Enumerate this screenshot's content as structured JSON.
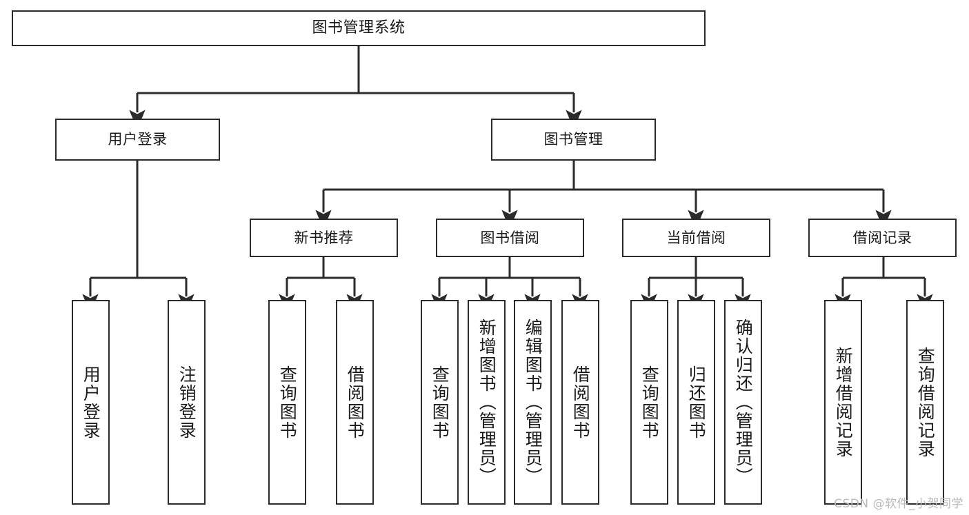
{
  "diagram": {
    "type": "tree",
    "title": "图书管理系统",
    "orientation": "top-down",
    "colors": {
      "node_border": "#2b2b2b",
      "node_fill": "#ffffff",
      "edge": "#2b2b2b",
      "text": "#1a1a1a",
      "watermark": "#b9b9b9",
      "background": "#ffffff"
    },
    "levels": [
      {
        "level": 0,
        "nodes": [
          {
            "id": "root",
            "label": "图书管理系统",
            "orientation": "horizontal"
          }
        ]
      },
      {
        "level": 1,
        "nodes": [
          {
            "id": "login",
            "label": "用户登录",
            "orientation": "horizontal",
            "parent": "root"
          },
          {
            "id": "bookmgmt",
            "label": "图书管理",
            "orientation": "horizontal",
            "parent": "root"
          }
        ]
      },
      {
        "level": 2,
        "nodes": [
          {
            "id": "newbook",
            "label": "新书推荐",
            "orientation": "horizontal",
            "parent": "bookmgmt"
          },
          {
            "id": "borrow",
            "label": "图书借阅",
            "orientation": "horizontal",
            "parent": "bookmgmt"
          },
          {
            "id": "current",
            "label": "当前借阅",
            "orientation": "horizontal",
            "parent": "bookmgmt"
          },
          {
            "id": "records",
            "label": "借阅记录",
            "orientation": "horizontal",
            "parent": "bookmgmt"
          }
        ]
      },
      {
        "level": 3,
        "nodes": [
          {
            "id": "leaf1",
            "label": "用户登录",
            "orientation": "vertical",
            "parent": "login"
          },
          {
            "id": "leaf2",
            "label": "注销登录",
            "orientation": "vertical",
            "parent": "login"
          },
          {
            "id": "leaf3",
            "label": "查询图书",
            "orientation": "vertical",
            "parent": "newbook"
          },
          {
            "id": "leaf4",
            "label": "借阅图书",
            "orientation": "vertical",
            "parent": "newbook"
          },
          {
            "id": "leaf5",
            "label": "查询图书",
            "orientation": "vertical",
            "parent": "borrow"
          },
          {
            "id": "leaf6",
            "label": "新增图书（管理员）",
            "orientation": "vertical",
            "parent": "borrow"
          },
          {
            "id": "leaf7",
            "label": "编辑图书（管理员）",
            "orientation": "vertical",
            "parent": "borrow"
          },
          {
            "id": "leaf8",
            "label": "借阅图书",
            "orientation": "vertical",
            "parent": "borrow"
          },
          {
            "id": "leaf9",
            "label": "查询图书",
            "orientation": "vertical",
            "parent": "current"
          },
          {
            "id": "leaf10",
            "label": "归还图书",
            "orientation": "vertical",
            "parent": "current"
          },
          {
            "id": "leaf11",
            "label": "确认归还（管理员）",
            "orientation": "vertical",
            "parent": "current"
          },
          {
            "id": "leaf12",
            "label": "新增借阅记录",
            "orientation": "vertical",
            "parent": "records"
          },
          {
            "id": "leaf13",
            "label": "查询借阅记录",
            "orientation": "vertical",
            "parent": "records"
          }
        ]
      }
    ]
  },
  "watermark": {
    "text": "CSDN @软件_小贺同学"
  }
}
